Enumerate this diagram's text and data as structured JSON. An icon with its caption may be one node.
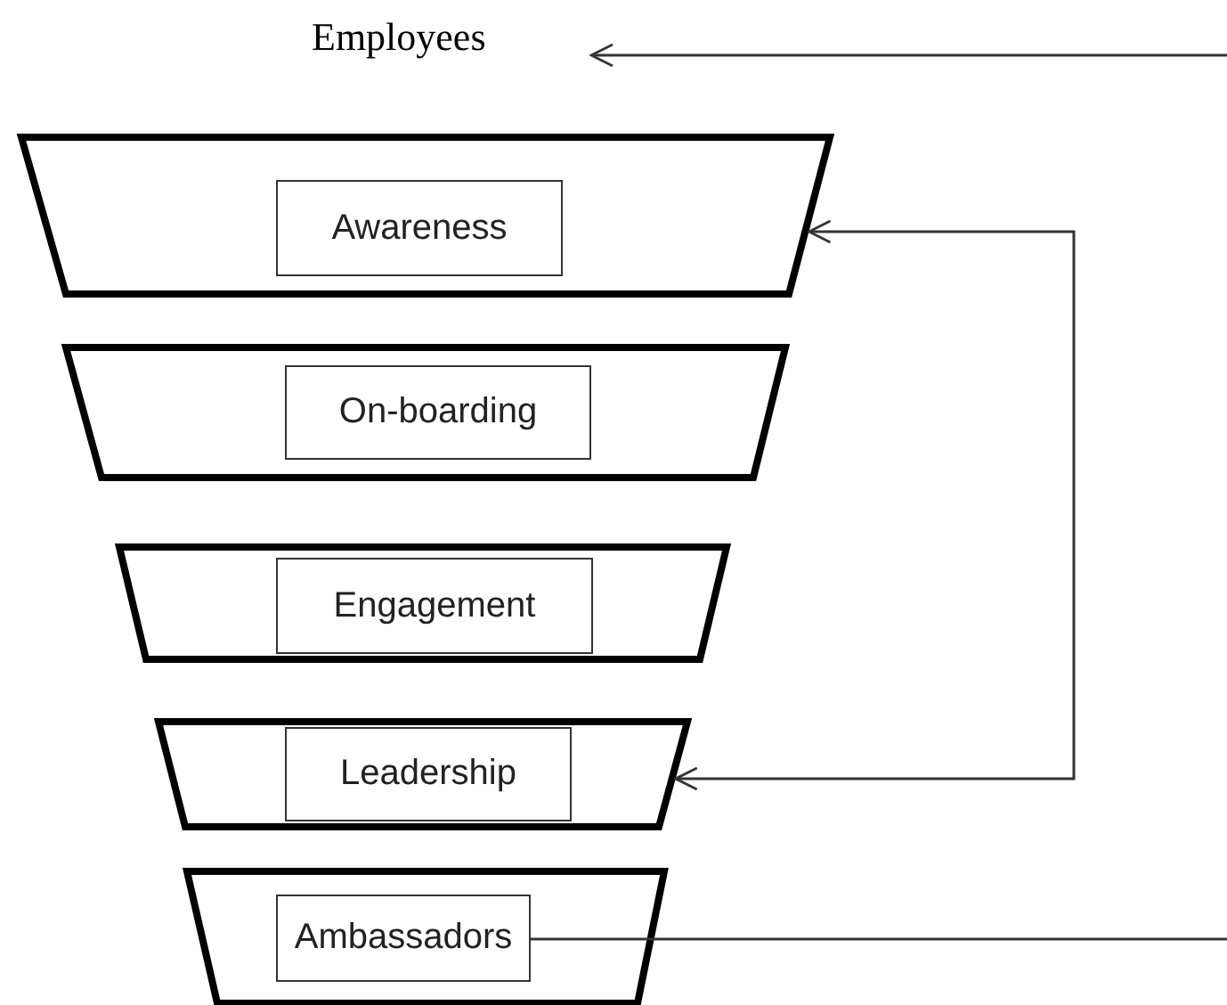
{
  "diagram": {
    "nodes": [
      {
        "text": [
          "Employees"
        ]
      },
      {
        "text": [],
        "shape": "trapezoid"
      },
      {
        "text": [
          "Awareness"
        ],
        "in": 1
      },
      {
        "text": [],
        "shape": "trapezoid"
      },
      {
        "text": [
          "On-boarding"
        ],
        "in": 3
      },
      {
        "text": [],
        "shape": "trapezoid"
      },
      {
        "text": [
          "Engagement"
        ],
        "in": 5
      },
      {
        "text": [],
        "shape": "trapezoid"
      },
      {
        "text": [
          "Leadership"
        ],
        "in": 7
      },
      {
        "text": [],
        "shape": "trapezoid"
      },
      {
        "text": [
          "Ambassadors"
        ],
        "in": 9
      }
    ],
    "edges": [
      {
        "from": null,
        "to": 0,
        "arrow": "to"
      },
      {
        "from": 1,
        "to": 7,
        "arrow": "both"
      },
      {
        "from": 10,
        "to": null,
        "arrow": "none"
      }
    ]
  }
}
